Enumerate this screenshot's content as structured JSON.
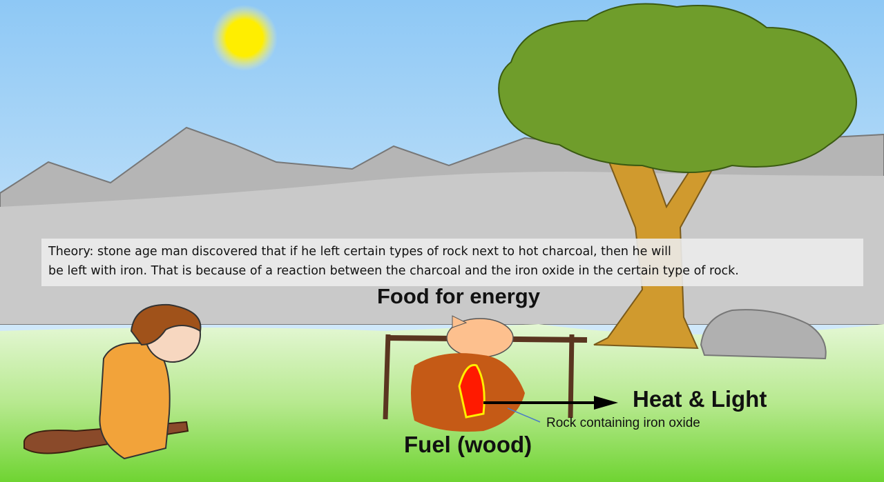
{
  "theory": {
    "line1": "Theory: stone age man discovered that if he left certain types of rock next to hot charcoal, then he will",
    "line2": "be left with iron. That is because of a reaction between the charcoal and the iron oxide in the certain type of rock."
  },
  "labels": {
    "food": "Food for energy",
    "heat": "Heat & Light",
    "fuel": "Fuel (wood)",
    "rock": "Rock containing iron oxide"
  },
  "colors": {
    "sky_top": "#8ec8f5",
    "grass": "#77d83a",
    "mountain": "#b5b5b5",
    "tree": "#6f9d2b",
    "trunk": "#d09a2e",
    "flame": "#ff1a00"
  }
}
